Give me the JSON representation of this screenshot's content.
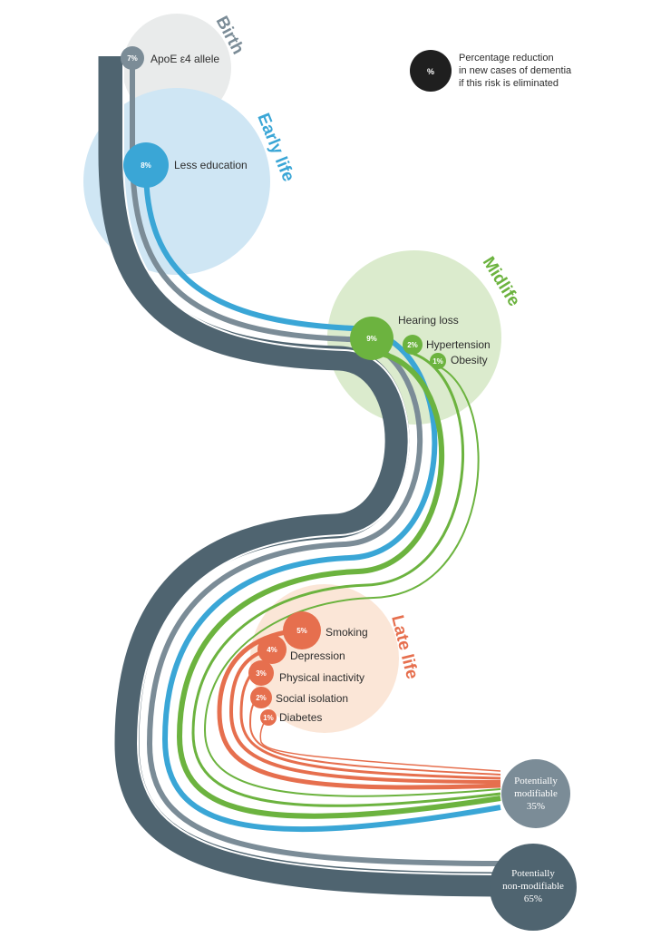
{
  "colors": {
    "dark": "#4f6470",
    "gray": "#7b8c97",
    "blue": "#3aa6d6",
    "green": "#6cb33f",
    "orange": "#e66f4e",
    "birth_bg": "#e9ebeb",
    "early_bg": "#cfe6f4",
    "mid_bg": "#dbebcd",
    "late_bg": "#fbe6d7"
  },
  "legend": {
    "symbol": "%",
    "lines": [
      "Percentage reduction",
      "in new cases of dementia",
      "if this risk is eliminated"
    ]
  },
  "stages": {
    "birth": "Birth",
    "early": "Early life",
    "mid": "Midlife",
    "late": "Late life"
  },
  "factors": {
    "apoe": {
      "pct": "7%",
      "label": "ApoE ε4 allele"
    },
    "education": {
      "pct": "8%",
      "label": "Less education"
    },
    "hearing": {
      "pct": "9%",
      "label": "Hearing loss"
    },
    "hypertension": {
      "pct": "2%",
      "label": "Hypertension"
    },
    "obesity": {
      "pct": "1%",
      "label": "Obesity"
    },
    "smoking": {
      "pct": "5%",
      "label": "Smoking"
    },
    "depression": {
      "pct": "4%",
      "label": "Depression"
    },
    "inactivity": {
      "pct": "3%",
      "label": "Physical inactivity"
    },
    "isolation": {
      "pct": "2%",
      "label": "Social isolation"
    },
    "diabetes": {
      "pct": "1%",
      "label": "Diabetes"
    }
  },
  "outcomes": {
    "modifiable": [
      "Potentially",
      "modifiable",
      "35%"
    ],
    "nonmodifiable": [
      "Potentially",
      "non-modifiable",
      "65%"
    ]
  }
}
